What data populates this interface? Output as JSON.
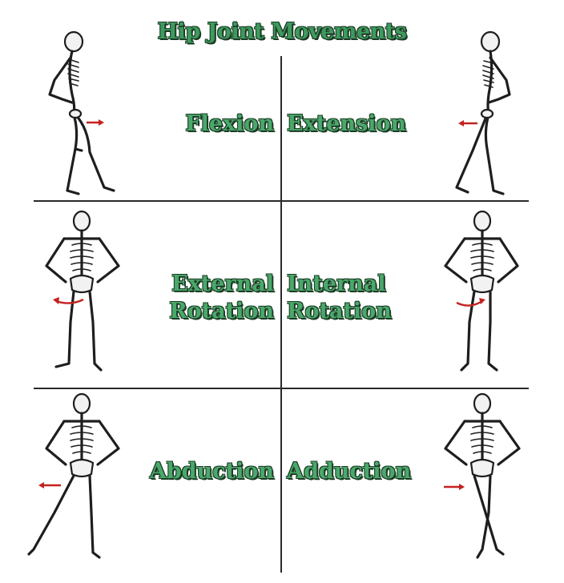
{
  "title": "Hip Joint Movements",
  "movements": [
    {
      "label_lines": [
        "Flexion"
      ],
      "figure": "skeleton-side-flexion-icon",
      "arrow": "right"
    },
    {
      "label_lines": [
        "Extension"
      ],
      "figure": "skeleton-side-extension-icon",
      "arrow": "left"
    },
    {
      "label_lines": [
        "External",
        "Rotation"
      ],
      "figure": "skeleton-front-external-rotation-icon",
      "arrow": "curved-left"
    },
    {
      "label_lines": [
        "Internal",
        "Rotation"
      ],
      "figure": "skeleton-front-internal-rotation-icon",
      "arrow": "curved-right"
    },
    {
      "label_lines": [
        "Abduction"
      ],
      "figure": "skeleton-front-abduction-icon",
      "arrow": "left"
    },
    {
      "label_lines": [
        "Adduction"
      ],
      "figure": "skeleton-front-adduction-icon",
      "arrow": "right"
    }
  ],
  "colors": {
    "label_green": "#4aa86a",
    "label_outline": "#1b3a24",
    "arrow_red": "#c4221f",
    "line": "#2a2a2a"
  }
}
